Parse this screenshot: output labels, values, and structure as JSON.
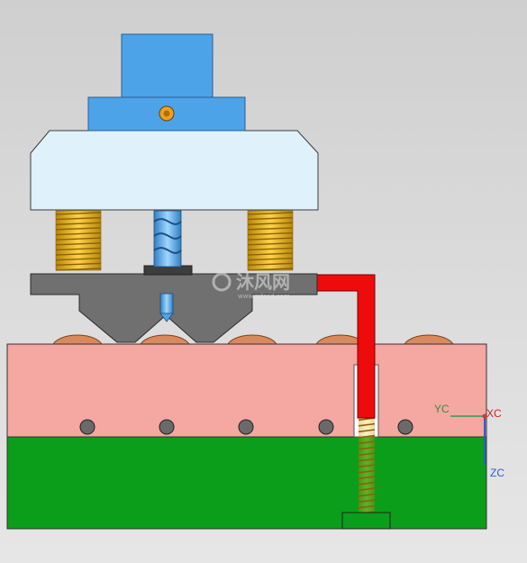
{
  "scene": {
    "colors": {
      "cylinder": "#4da3e8",
      "cylinder_dark": "#2f7fc2",
      "upper_plate": "#dff1fa",
      "lower_plate": "#707070",
      "pink_block": "#f5a7a2",
      "green_block": "#0b9e1a",
      "red_rod": "#ee0b0b",
      "spring": "#e8a817",
      "roller": "#d98a5c",
      "bolt": "#6a6a6a"
    },
    "rollers_count": 5,
    "bolts_count": 5
  },
  "axes": {
    "yc_label": "YC",
    "xc_label": "XC",
    "zc_label": "ZC"
  },
  "watermark": {
    "text": "沐风网",
    "subtext": "www.mfcad.com"
  }
}
